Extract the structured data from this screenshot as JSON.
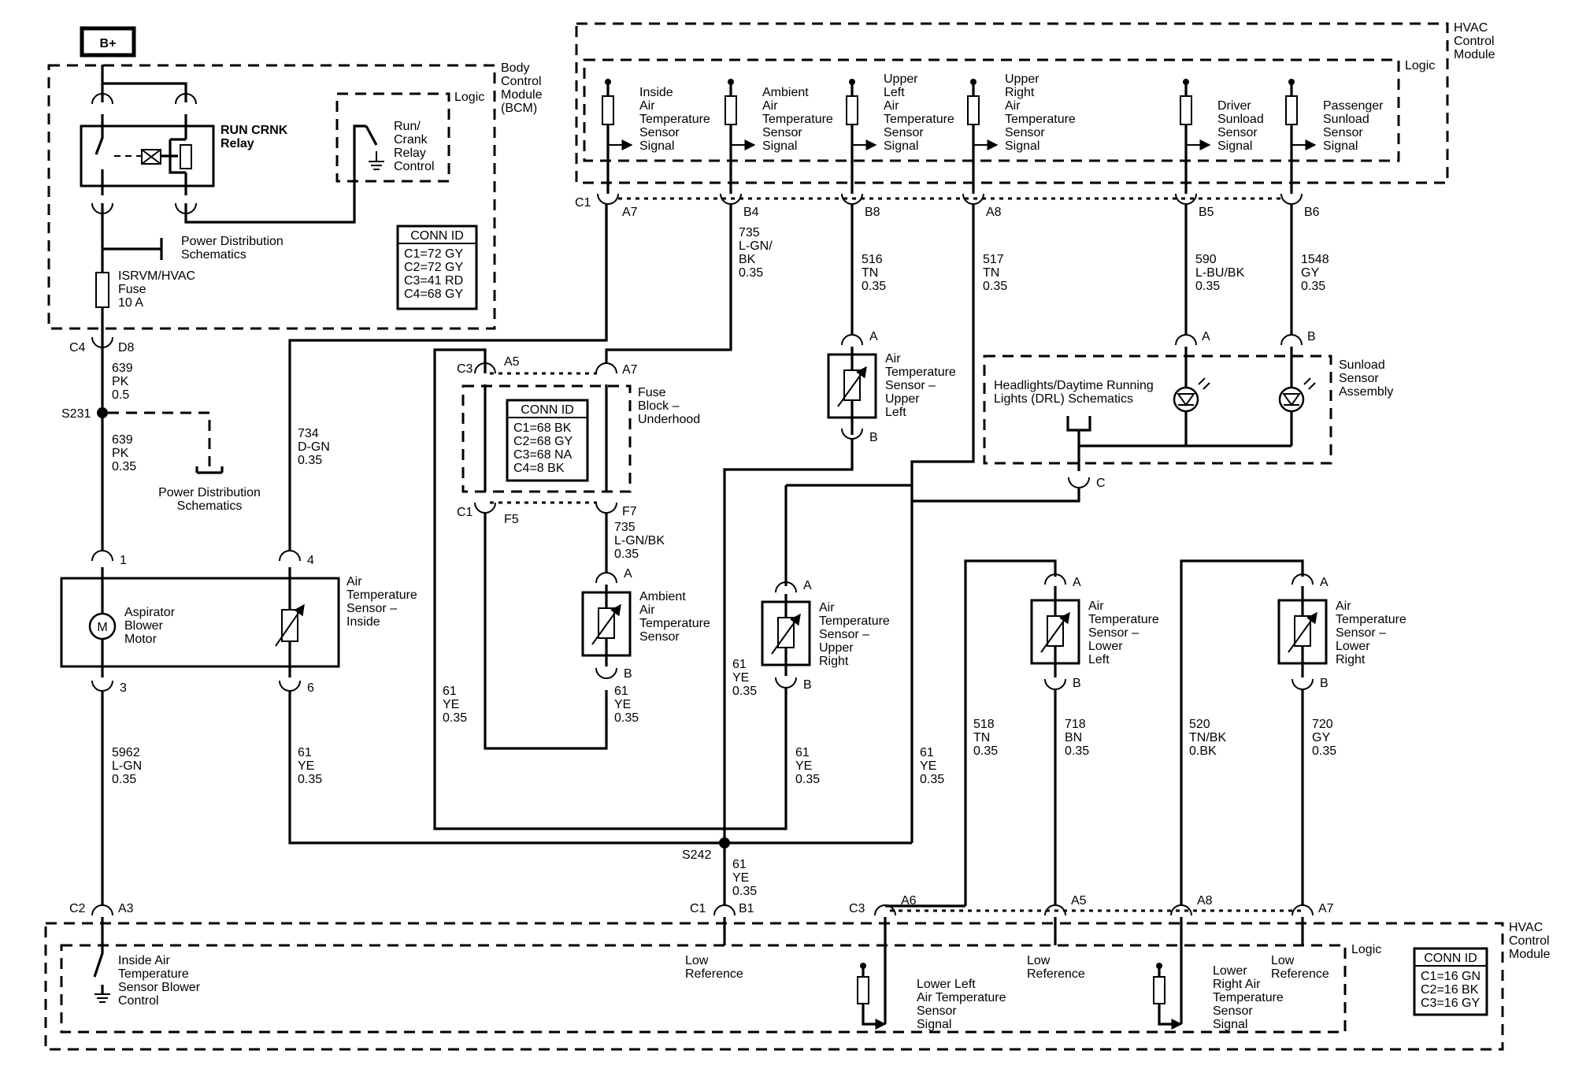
{
  "battery": {
    "label": "B+"
  },
  "bcm": {
    "title": [
      "Body",
      "Control",
      "Module",
      "(BCM)"
    ],
    "logic": "Logic",
    "relay": [
      "RUN CRNK",
      "Relay"
    ],
    "relay_control": [
      "Run/",
      "Crank",
      "Relay",
      "Control"
    ],
    "power_dist_1": [
      "Power Distribution",
      "Schematics"
    ],
    "fuse": [
      "ISRVM/HVAC",
      "Fuse",
      "10 A"
    ],
    "conn_id": {
      "title": "CONN ID",
      "rows": [
        "C1=72 GY",
        "C2=72 GY",
        "C3=41 RD",
        "C4=68 GY"
      ]
    },
    "c4": "C4",
    "d8": "D8"
  },
  "left_branch": {
    "wire_639a": [
      "639",
      "PK",
      "0.5"
    ],
    "splice": "S231",
    "wire_639b": [
      "639",
      "PK",
      "0.35"
    ],
    "power_dist_2": [
      "Power Distribution",
      "Schematics"
    ],
    "wire_734": [
      "734",
      "D-GN",
      "0.35"
    ],
    "pin1": "1",
    "pin4": "4",
    "pin3": "3",
    "pin6": "6",
    "motor_symbol": "M",
    "motor": [
      "Aspirator",
      "Blower",
      "Motor"
    ],
    "inside_sensor": [
      "Air",
      "Temperature",
      "Sensor –",
      "Inside"
    ],
    "wire_5962": [
      "5962",
      "L-GN",
      "0.35"
    ],
    "wire_61_inside": [
      "61",
      "YE",
      "0.35"
    ]
  },
  "hvac_top": {
    "title": [
      "HVAC",
      "Control",
      "Module"
    ],
    "logic": "Logic",
    "signals": [
      [
        "Inside",
        "Air",
        "Temperature",
        "Sensor",
        "Signal"
      ],
      [
        "Ambient",
        "Air",
        "Temperature",
        "Sensor",
        "Signal"
      ],
      [
        "Upper",
        "Left",
        "Air",
        "Temperature",
        "Sensor",
        "Signal"
      ],
      [
        "Upper",
        "Right",
        "Air",
        "Temperature",
        "Sensor",
        "Signal"
      ],
      [
        "Driver",
        "Sunload",
        "Sensor",
        "Signal"
      ],
      [
        "Passenger",
        "Sunload",
        "Sensor",
        "Signal"
      ]
    ],
    "connector": "C1",
    "pins": [
      "A7",
      "B4",
      "B8",
      "A8",
      "B5",
      "B6"
    ],
    "wires": [
      [
        "735",
        "L-GN/",
        "BK",
        "0.35"
      ],
      [
        "516",
        "TN",
        "0.35"
      ],
      [
        "517",
        "TN",
        "0.35"
      ],
      [
        "590",
        "L-BU/BK",
        "0.35"
      ],
      [
        "1548",
        "GY",
        "0.35"
      ]
    ]
  },
  "fuse_block": {
    "title": [
      "Fuse",
      "Block –",
      "Underhood"
    ],
    "c3": "C3",
    "a5": "A5",
    "a7": "A7",
    "c1": "C1",
    "f5": "F5",
    "f7": "F7",
    "conn_id": {
      "title": "CONN ID",
      "rows": [
        "C1=68 BK",
        "C2=68 GY",
        "C3=68 NA",
        "C4=8 BK"
      ]
    },
    "wire_735": [
      "735",
      "L-GN/BK",
      "0.35"
    ]
  },
  "ambient_sensor": {
    "label": [
      "Ambient",
      "Air",
      "Temperature",
      "Sensor"
    ],
    "pin_a": "A",
    "pin_b": "B",
    "wire_61": [
      "61",
      "YE",
      "0.35"
    ]
  },
  "upper_left_sensor": {
    "label": [
      "Air",
      "Temperature",
      "Sensor –",
      "Upper",
      "Left"
    ],
    "pin_a": "A",
    "pin_b": "B"
  },
  "upper_right_sensor": {
    "label": [
      "Air",
      "Temperature",
      "Sensor –",
      "Upper",
      "Right"
    ],
    "pin_a": "A",
    "pin_b": "B",
    "wire_61": [
      "61",
      "YE",
      "0.35"
    ]
  },
  "sunload": {
    "label": [
      "Sunload",
      "Sensor",
      "Assembly"
    ],
    "drl": [
      "Headlights/Daytime Running",
      "Lights (DRL) Schematics"
    ],
    "pin_a": "A",
    "pin_b": "B",
    "pin_c": "C"
  },
  "lower_left_sensor": {
    "label": [
      "Air",
      "Temperature",
      "Sensor –",
      "Lower",
      "Left"
    ],
    "pin_a": "A",
    "pin_b": "B",
    "wire_518": [
      "518",
      "TN",
      "0.35"
    ],
    "wire_718": [
      "718",
      "BN",
      "0.35"
    ]
  },
  "lower_right_sensor": {
    "label": [
      "Air",
      "Temperature",
      "Sensor –",
      "Lower",
      "Right"
    ],
    "pin_a": "A",
    "pin_b": "B",
    "wire_520": [
      "520",
      "TN/BK",
      "0.BK"
    ],
    "wire_720": [
      "720",
      "GY",
      "0.35"
    ]
  },
  "ground_branch": {
    "wire_61_fuse": [
      "61",
      "YE",
      "0.35"
    ],
    "wire_61_center": [
      "61",
      "YE",
      "0.35"
    ],
    "wire_61_right": [
      "61",
      "YE",
      "0.35"
    ],
    "splice": "S242",
    "wire_61_bottom": [
      "61",
      "YE",
      "0.35"
    ]
  },
  "hvac_bottom": {
    "title": [
      "HVAC",
      "Control",
      "Module"
    ],
    "logic": "Logic",
    "c2": "C2",
    "a3": "A3",
    "c1": "C1",
    "b1": "B1",
    "c3": "C3",
    "a6": "A6",
    "a5": "A5",
    "a8": "A8",
    "a7": "A7",
    "blower_control": [
      "Inside Air",
      "Temperature",
      "Sensor Blower",
      "Control"
    ],
    "low_ref_1": [
      "Low",
      "Reference"
    ],
    "lower_left_signal": [
      "Lower Left",
      "Air Temperature",
      "Sensor",
      "Signal"
    ],
    "low_ref_2": [
      "Low",
      "Reference"
    ],
    "lower_right_signal": [
      "Lower",
      "Right Air",
      "Temperature",
      "Sensor",
      "Signal"
    ],
    "low_ref_3": [
      "Low",
      "Reference"
    ],
    "conn_id": {
      "title": "CONN ID",
      "rows": [
        "C1=16 GN",
        "C2=16 BK",
        "C3=16 GY"
      ]
    }
  }
}
